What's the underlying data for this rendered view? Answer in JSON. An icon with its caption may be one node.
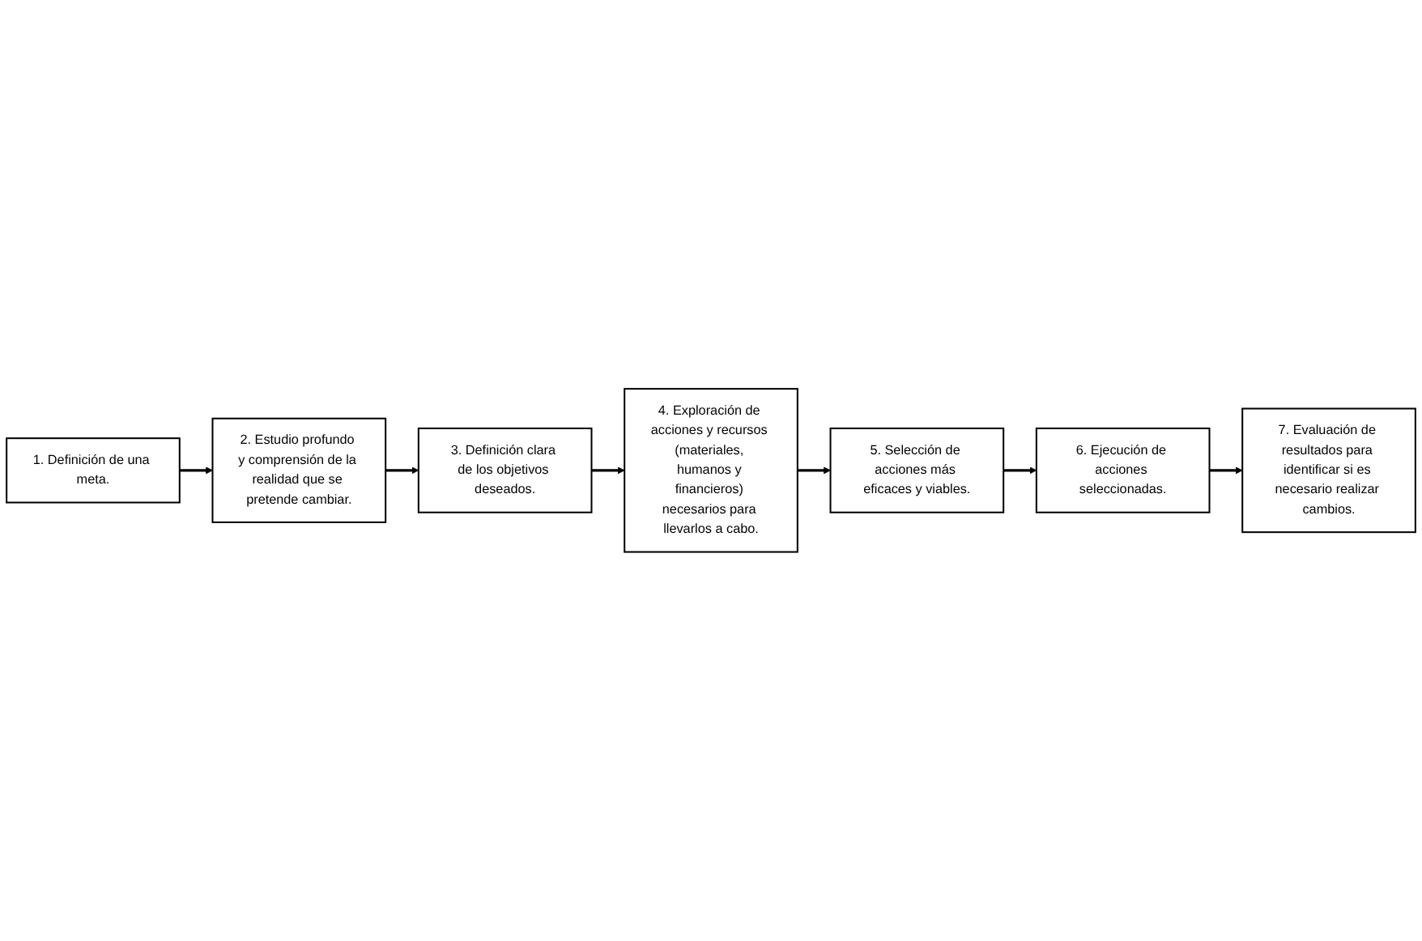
{
  "diagram": {
    "nodes": [
      {
        "text": [
          "1. Definición de una meta."
        ]
      },
      {
        "text": [
          "2. Estudio profundo y comprensión de la realidad que se pretende cambiar."
        ]
      },
      {
        "text": [
          "3. Definición clara de los objetivos deseados."
        ]
      },
      {
        "text": [
          "4. Exploración de acciones y recursos (materiales, humanos y financieros) necesarios para llevarlos a cabo."
        ]
      },
      {
        "text": [
          "5. Selección de acciones más eficaces y viables."
        ]
      },
      {
        "text": [
          "6. Ejecución de acciones seleccionadas."
        ]
      },
      {
        "text": [
          "7. Evaluación de resultados para identificar si es necesario realizar cambios."
        ]
      }
    ],
    "edges": [
      {
        "from": 0,
        "to": 1,
        "arrow": "to"
      },
      {
        "from": 1,
        "to": 2,
        "arrow": "to"
      },
      {
        "from": 2,
        "to": 3,
        "arrow": "to"
      },
      {
        "from": 3,
        "to": 4,
        "arrow": "to"
      },
      {
        "from": 4,
        "to": 5,
        "arrow": "to"
      },
      {
        "from": 5,
        "to": 6,
        "arrow": "to"
      }
    ]
  }
}
